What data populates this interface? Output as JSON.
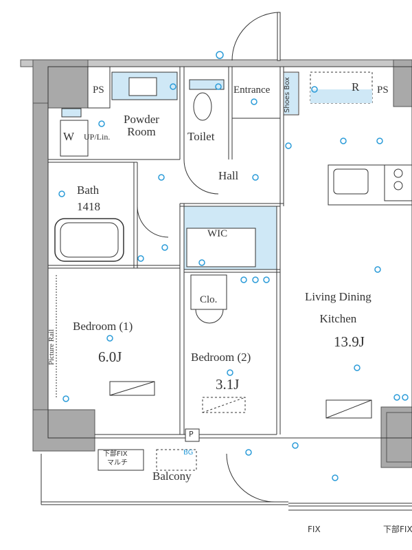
{
  "rooms": {
    "ps_left": "PS",
    "ps_right": "PS",
    "powder_room": "Powder\nRoom",
    "toilet": "Toilet",
    "entrance": "Entrance",
    "shoes_box": "Shoes Box",
    "refrigerator": "R",
    "washer": "W",
    "up_lin": "UP/Lin.",
    "hall": "Hall",
    "bath": "Bath",
    "bath_size": "1418",
    "wic": "WIC",
    "closet": "Clo.",
    "bedroom1": "Bedroom (1)",
    "bedroom1_size": "6.0J",
    "bedroom2": "Bedroom (2)",
    "bedroom2_size": "3.1J",
    "ldk": "Living Dining\nKitchen",
    "ldk_size": "13.9J",
    "picture_rail": "Picture Rail",
    "balcony": "Balcony",
    "pipe_space_p": "P",
    "bg_mark": "BG",
    "fix_left": "FIX",
    "fix_right": "下部FIX",
    "window_label_l1": "下部FIX",
    "window_label_l2": "マルチ"
  },
  "colors": {
    "wall": "#a9a9a9",
    "line": "#333333",
    "accent_fill": "#cfe8f6",
    "symbol": "#2a9bd8"
  }
}
